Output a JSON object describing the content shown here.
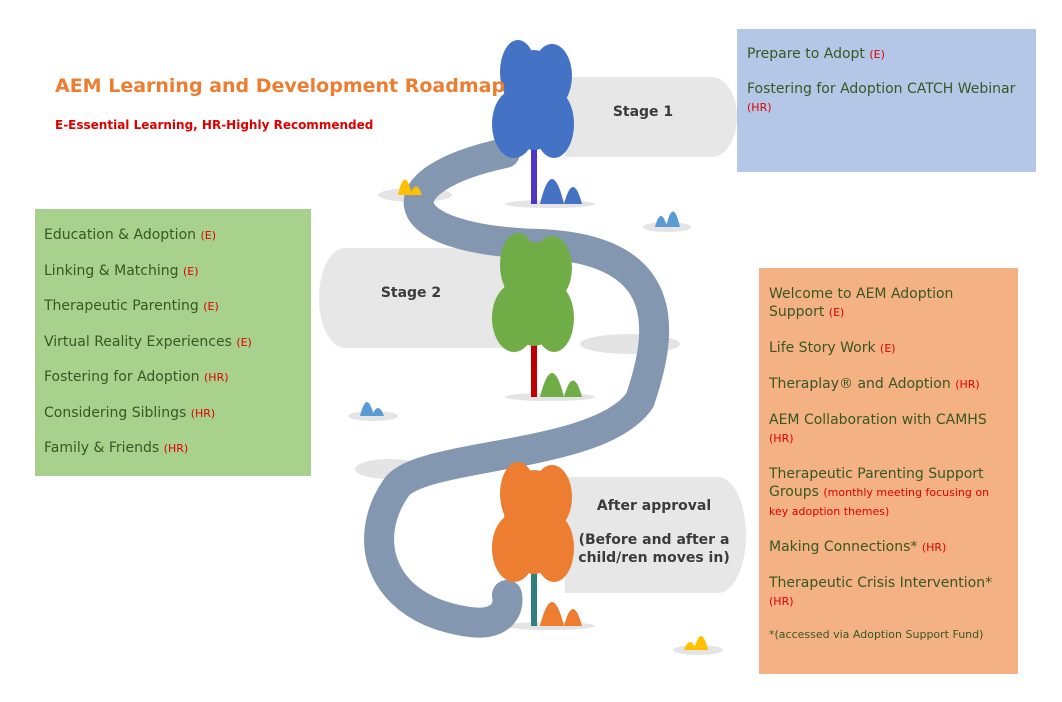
{
  "header": {
    "title": "AEM Learning and Development Roadmap",
    "subtitle": "E-Essential Learning, HR-Highly Recommended"
  },
  "stages": {
    "stage1": "Stage 1",
    "stage2": "Stage 2",
    "stage3_title": "After approval",
    "stage3_sub": "(Before and after a child/ren moves in)"
  },
  "stage1_items": [
    {
      "label": "Prepare to Adopt",
      "tag": "(E)"
    },
    {
      "label": "Fostering for Adoption CATCH Webinar",
      "tag": "(HR)"
    }
  ],
  "stage2_items": [
    {
      "label": "Education & Adoption",
      "tag": "(E)"
    },
    {
      "label": "Linking & Matching",
      "tag": "(E)"
    },
    {
      "label": "Therapeutic Parenting",
      "tag": "(E)"
    },
    {
      "label": "Virtual Reality Experiences",
      "tag": "(E)"
    },
    {
      "label": "Fostering for Adoption",
      "tag": "(HR)"
    },
    {
      "label": "Considering Siblings",
      "tag": "(HR)"
    },
    {
      "label": "Family & Friends",
      "tag": "(HR)"
    }
  ],
  "stage3_items": [
    {
      "label": "Welcome to AEM Adoption Support",
      "tag": "(E)"
    },
    {
      "label": "Life Story Work",
      "tag": "(E)"
    },
    {
      "label": "Theraplay® and Adoption",
      "tag": "(HR)"
    },
    {
      "label": "AEM Collaboration with CAMHS",
      "tag": "(HR)"
    },
    {
      "label": "Therapeutic Parenting Support Groups",
      "tag": "(monthly meeting focusing on key adoption themes)"
    },
    {
      "label": "Making Connections*",
      "tag": "(HR)"
    },
    {
      "label": "Therapeutic Crisis Intervention*",
      "tag": "(HR)"
    }
  ],
  "stage3_note": "*(accessed via Adoption Support Fund)",
  "colors": {
    "title": "#ed7d31",
    "essential_tag": "#e00000",
    "item_text": "#385723",
    "stage1_box": "#b4c7e7",
    "stage2_box": "#a9d18e",
    "stage3_box": "#f4b183",
    "road": "#8497b0",
    "banner": "#e7e7e7",
    "tree_blue": "#4472c4",
    "tree_green": "#70ad47",
    "tree_orange": "#ed7d31",
    "bush_yellow": "#ffc000"
  }
}
